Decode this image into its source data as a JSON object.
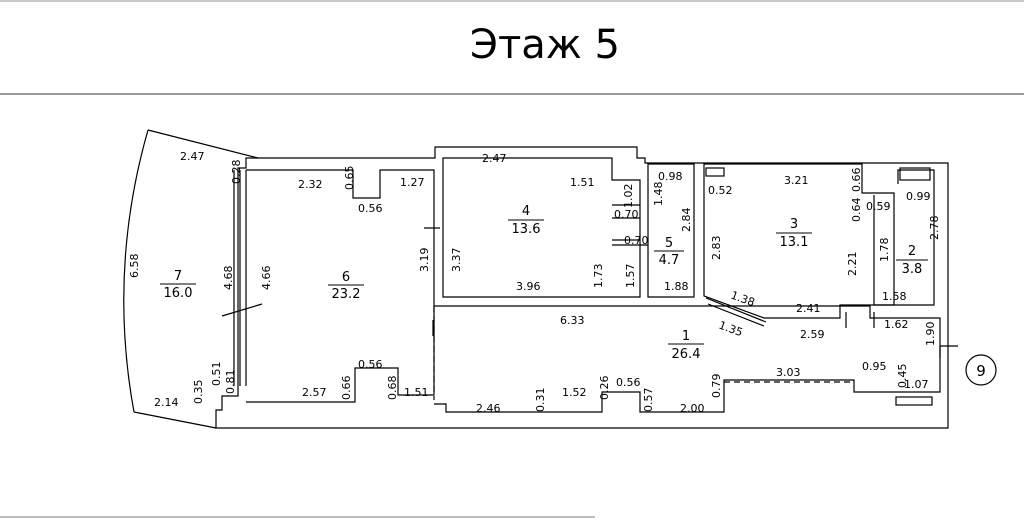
{
  "title": "Этаж 5",
  "axis_marker": "9",
  "rooms": [
    {
      "num": "7",
      "area": "16.0"
    },
    {
      "num": "6",
      "area": "23.2"
    },
    {
      "num": "4",
      "area": "13.6"
    },
    {
      "num": "5",
      "area": "4.7"
    },
    {
      "num": "3",
      "area": "13.1"
    },
    {
      "num": "2",
      "area": "3.8"
    },
    {
      "num": "1",
      "area": "26.4"
    }
  ],
  "dims": [
    "2.47",
    "0.28",
    "6.58",
    "4.68",
    "4.66",
    "0.51",
    "0.35",
    "2.14",
    "0.81",
    "2.32",
    "0.65",
    "0.56",
    "1.27",
    "3.19",
    "3.37",
    "2.57",
    "0.66",
    "0.56",
    "0.68",
    "1.51",
    "2.47",
    "1.51",
    "1.02",
    "0.70",
    "1.73",
    "3.96",
    "0.98",
    "1.48",
    "2.84",
    "0.70",
    "1.57",
    "1.88",
    "0.52",
    "3.21",
    "0.66",
    "0.64",
    "0.59",
    "2.83",
    "2.21",
    "1.38",
    "2.41",
    "1.35",
    "2.59",
    "0.99",
    "2.78",
    "1.78",
    "1.58",
    "1.62",
    "1.90",
    "6.33",
    "2.46",
    "0.31",
    "1.52",
    "0.26",
    "0.56",
    "0.57",
    "2.00",
    "0.79",
    "3.03",
    "0.95",
    "0.45",
    "1.07"
  ]
}
